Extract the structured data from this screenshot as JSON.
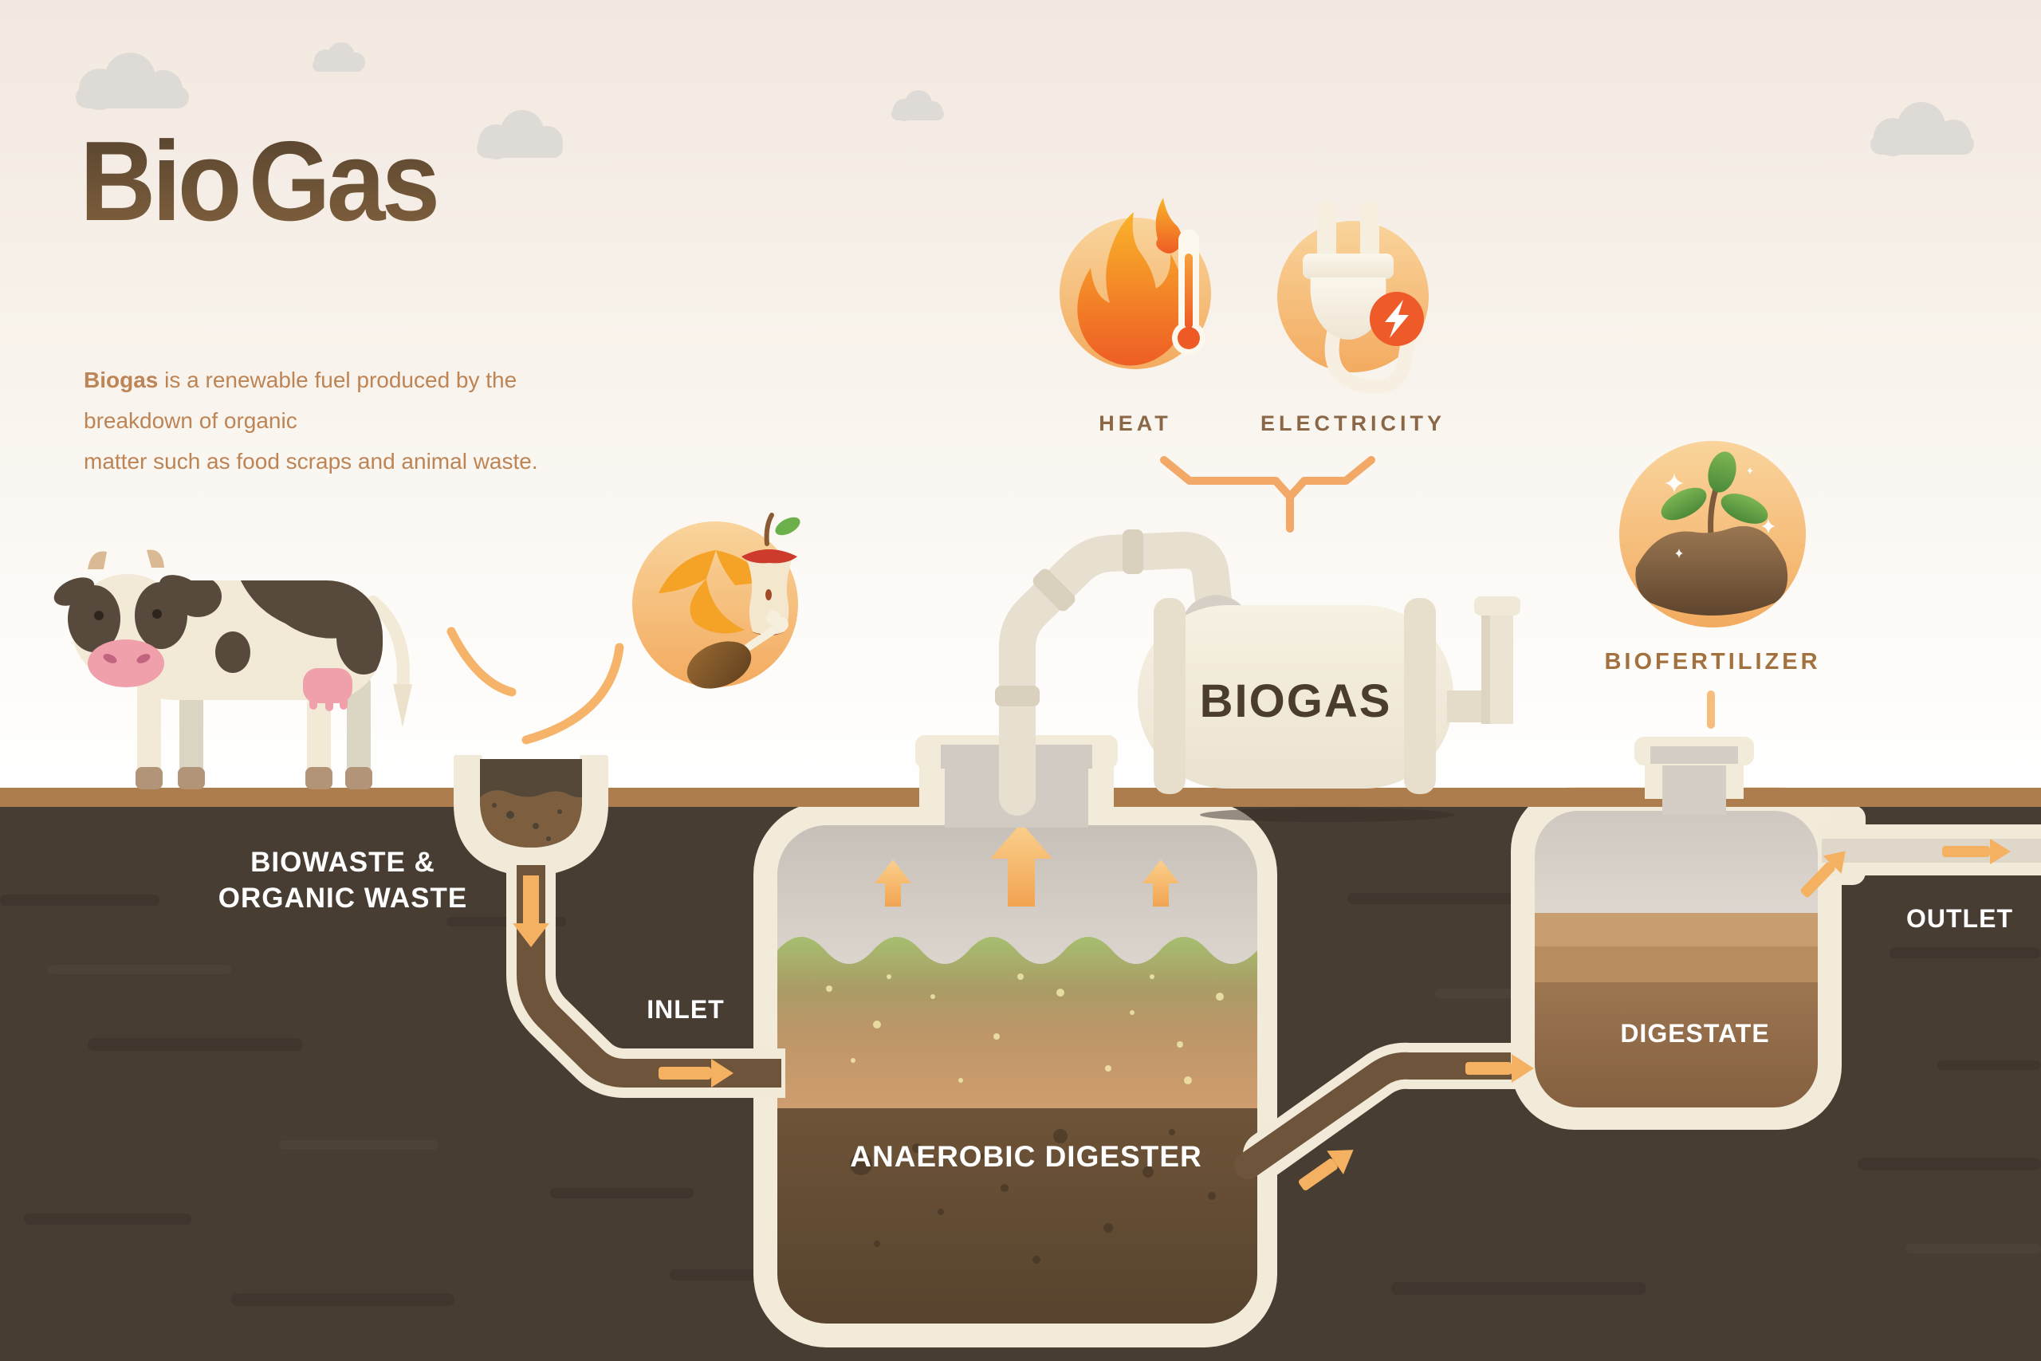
{
  "header": {
    "title_part1": "Bio",
    "title_part2": "Gas",
    "subtitle_bold": "Biogas",
    "subtitle_line1_rest": " is a renewable fuel produced by the breakdown of organic",
    "subtitle_line2": "matter such as food scraps and animal waste."
  },
  "outputs": {
    "heat_label": "HEAT",
    "electricity_label": "ELECTRICITY"
  },
  "process": {
    "biowaste_line1": "BIOWASTE &",
    "biowaste_line2": "ORGANIC WASTE",
    "inlet_label": "INLET",
    "digester_label": "ANAEROBIC DIGESTER",
    "biogas_tank_label": "BIOGAS",
    "biofertilizer_label": "BIOFERTILIZER",
    "digestate_label": "DIGESTATE",
    "outlet_label": "OUTLET"
  },
  "colors": {
    "accent_orange": "#F5A94E",
    "arrow_orange": "#F6B66B",
    "title_brown": "#5A4631",
    "body_text_tan": "#BD8456",
    "caption_brown": "#8A6746",
    "soil_dark": "#473D33",
    "ground_tan": "#AD7D4D",
    "pipe_cream": "#F1EAD9",
    "label_white": "#FFFFFF",
    "flame_orange": "#EE5D25"
  }
}
